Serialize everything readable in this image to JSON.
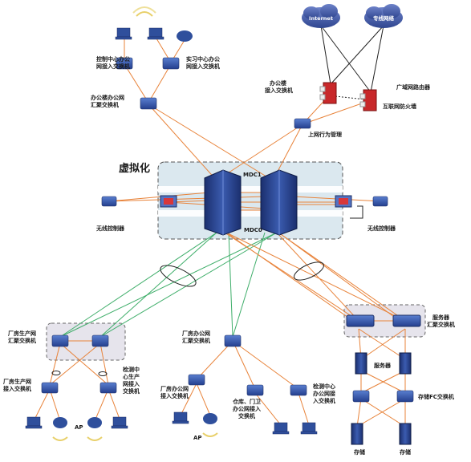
{
  "clouds": {
    "internet": "Internet",
    "private_net": "专线网络"
  },
  "labels": {
    "control_center_switch": [
      "控制中心办公",
      "网接入交换机"
    ],
    "training_center_switch": [
      "实习中心办公",
      "网接入交换机"
    ],
    "office_building_agg": [
      "办公楼办公网",
      "汇聚交换机"
    ],
    "office_building_access": [
      "办公楼",
      "接入交换机"
    ],
    "wan_router": "广域网路由器",
    "firewall": "互联网防火墙",
    "behavior_mgmt": "上网行为管理",
    "virtualization": "虚拟化",
    "mdc1": "MDC1",
    "mdc0": "MDC0",
    "wlc_left": "无线控制器",
    "wlc_right": "无线控制器",
    "plant_prod_agg": [
      "厂房生产网",
      "汇聚交换机"
    ],
    "plant_prod_access": [
      "厂房生产网",
      "接入交换机"
    ],
    "inspection_prod_access": [
      "检测中",
      "心生产",
      "网接入",
      "交换机"
    ],
    "plant_office_agg": [
      "厂房办公网",
      "汇聚交换机"
    ],
    "plant_office_access": [
      "厂房办公网",
      "接入交换机"
    ],
    "warehouse_access": [
      "仓库、门卫",
      "办公网接入",
      "交换机"
    ],
    "inspection_office_access": [
      "检测中心",
      "办公网接",
      "入交换机"
    ],
    "server_agg": [
      "服务器",
      "汇聚交换机"
    ],
    "servers": "服务器",
    "storage_fc": "存储FC交换机",
    "storage_left": "存储",
    "storage_right": "存储",
    "ap_left": "AP",
    "ap_mid": "AP"
  },
  "colors": {
    "orange_link": "#e8833a",
    "green_link": "#3fae6a",
    "black_link": "#222222",
    "device_blue": "#2f4f9c",
    "firewall_red": "#c8282a"
  }
}
